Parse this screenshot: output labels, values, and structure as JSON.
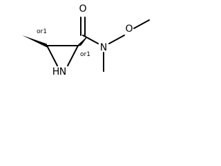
{
  "atoms": {
    "oxygen_carbonyl": "O",
    "nitrogen_amide": "N",
    "oxygen_methoxy": "O",
    "nitrogen_ring": "N",
    "hydrogen_ring": "H"
  },
  "stereo": {
    "c1": "or1",
    "c2": "or1"
  }
}
